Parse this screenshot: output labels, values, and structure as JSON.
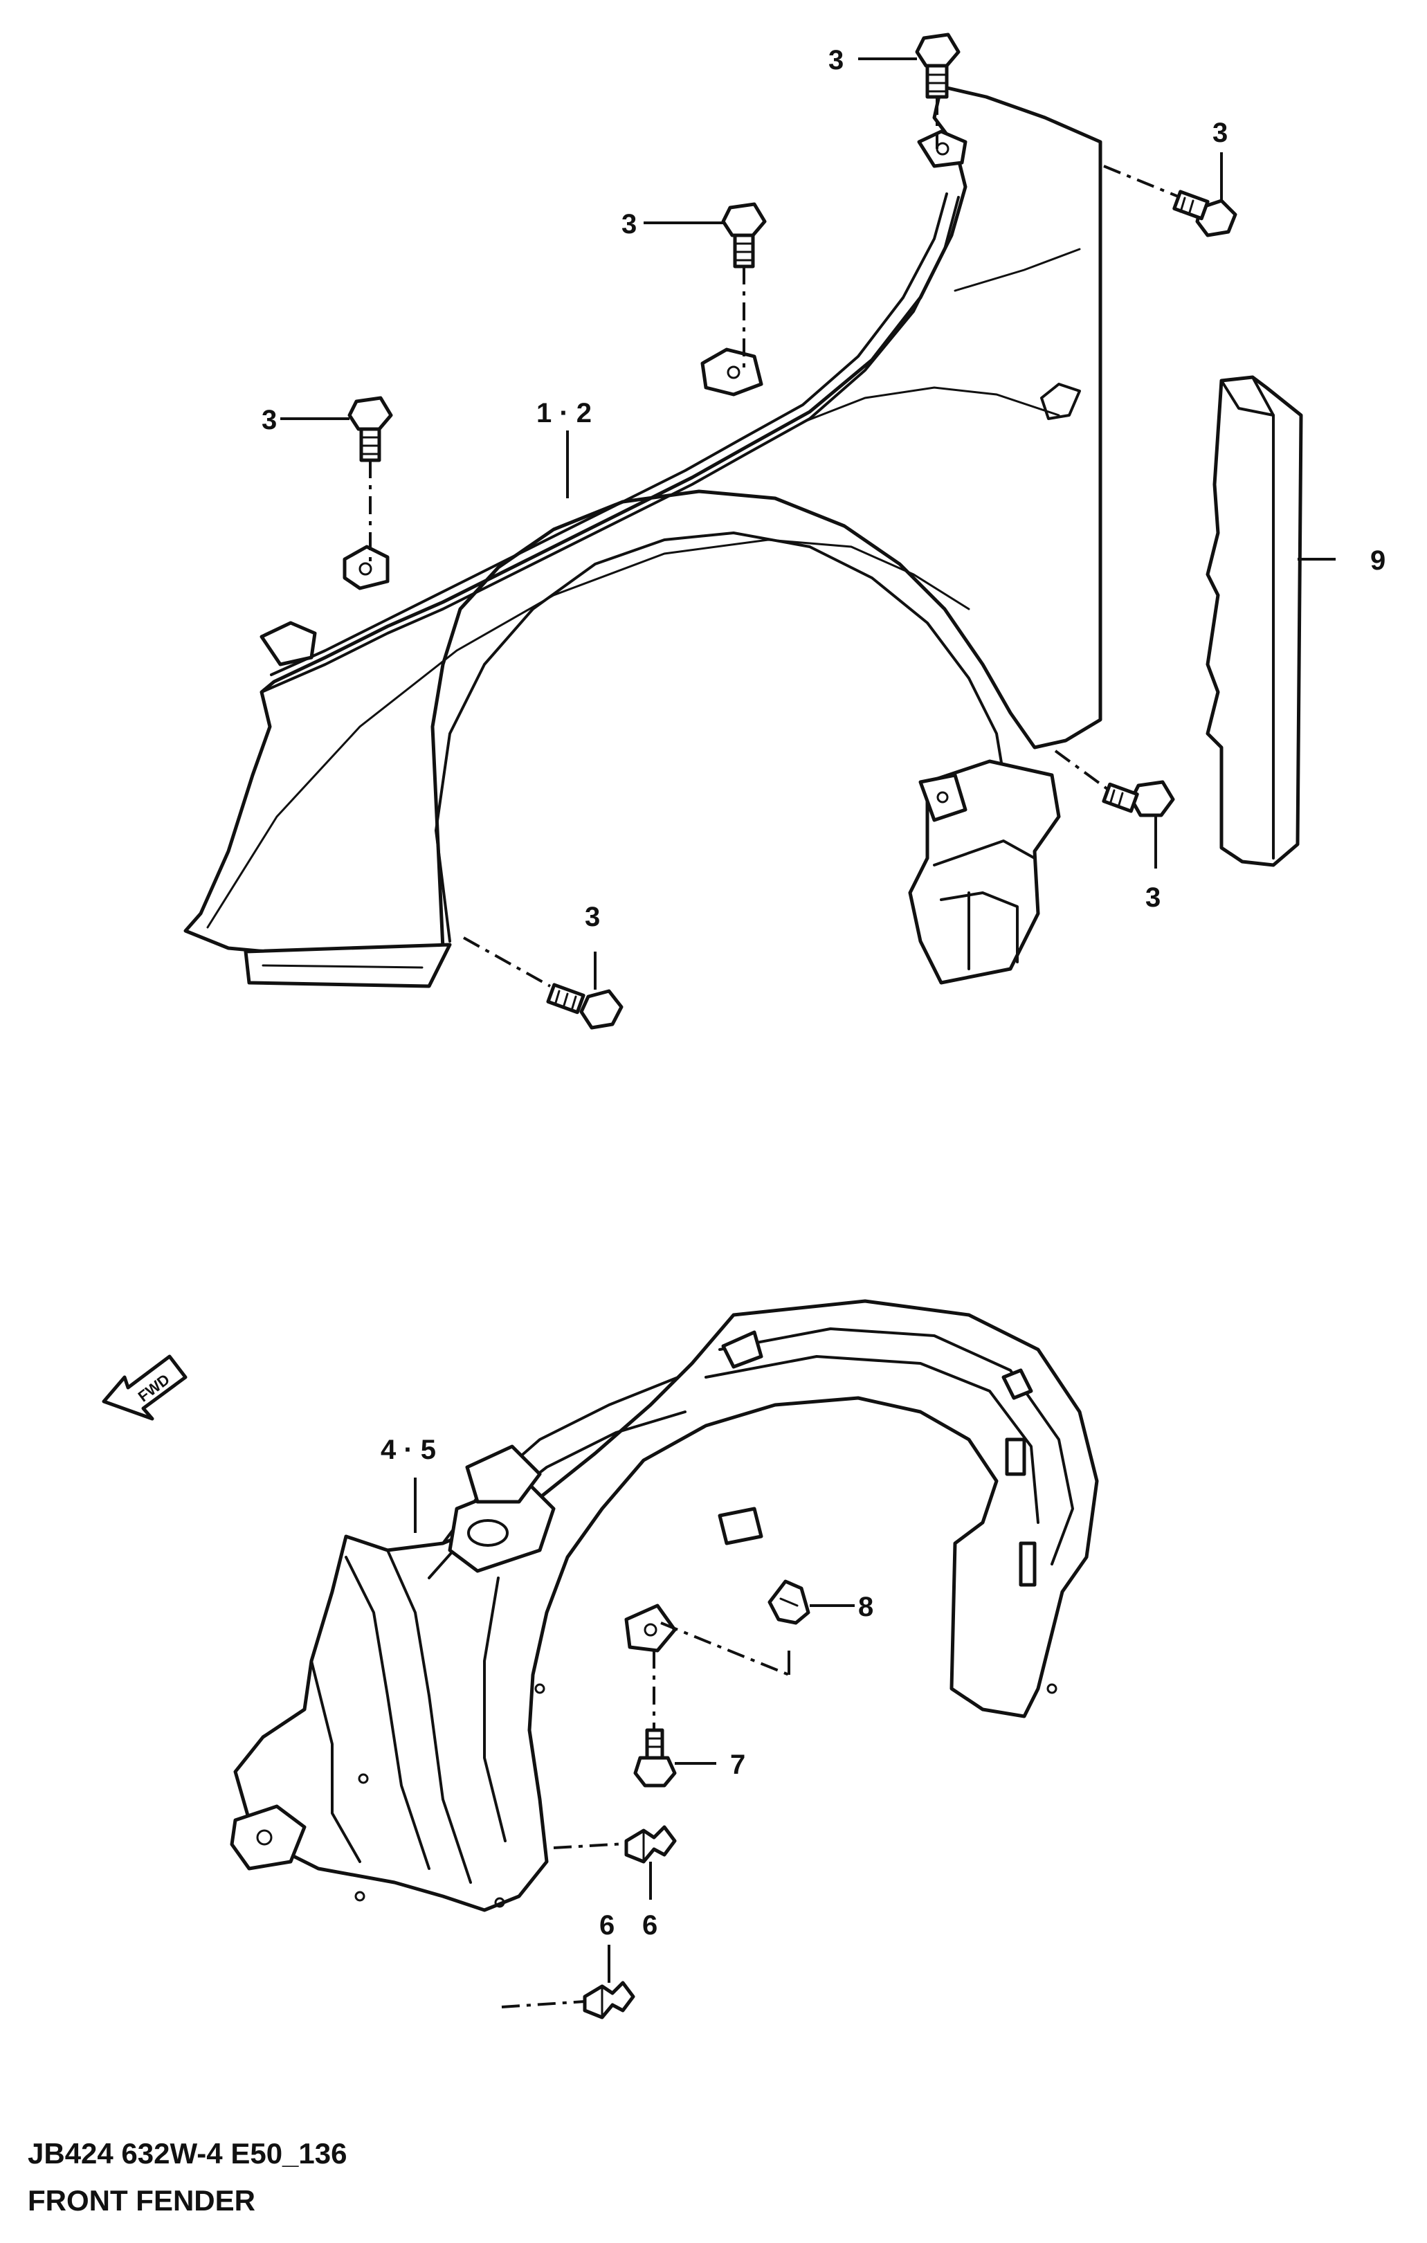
{
  "footer": {
    "code": "JB424 632W-4 E50_136",
    "title": "FRONT FENDER"
  },
  "direction_marker": {
    "label": "FWD"
  },
  "callouts": {
    "bolt_top": "3",
    "bolt_top_right": "3",
    "bolt_upper_mid": "3",
    "bolt_left": "3",
    "fender": "1 · 2",
    "seal": "9",
    "bolt_bottom_right": "3",
    "bolt_bottom": "3",
    "liner": "4 · 5",
    "clip_nut": "8",
    "screw": "7",
    "clip_upper": "6",
    "clip_lower": "6"
  }
}
